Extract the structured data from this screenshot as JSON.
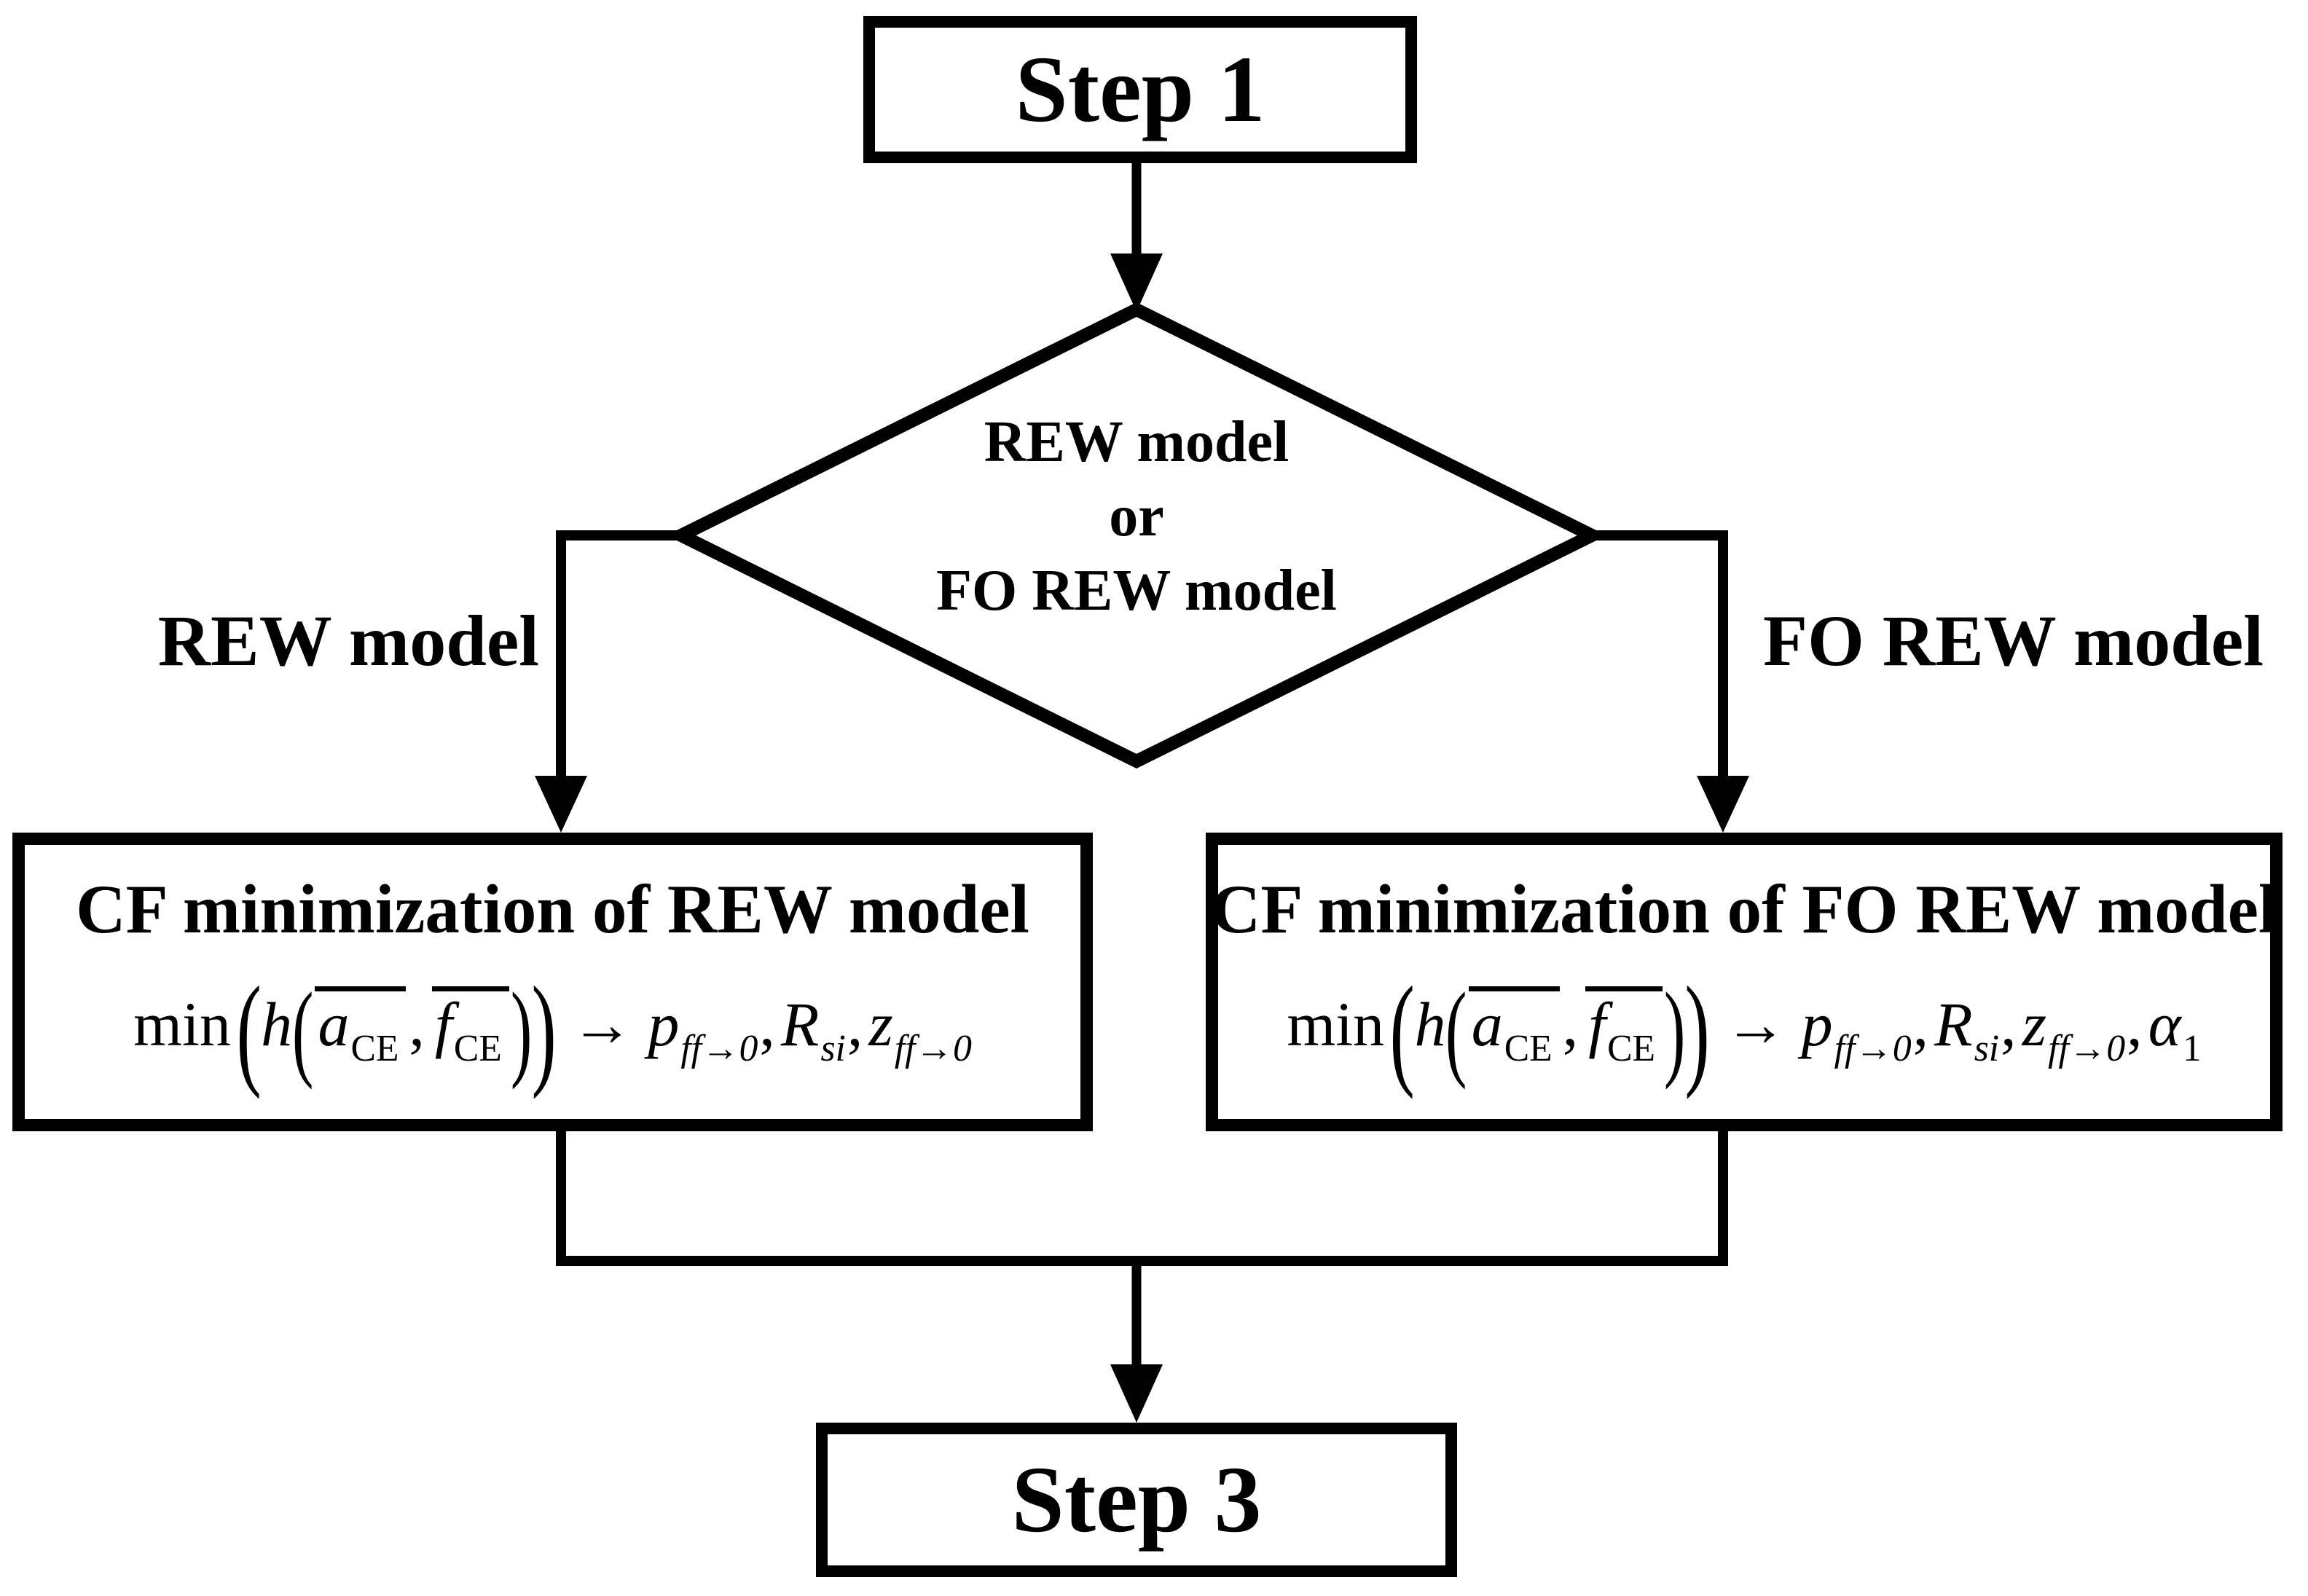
{
  "colors": {
    "ink": "#000000",
    "paper": "#ffffff"
  },
  "flow": {
    "step1": "Step 1",
    "decision": {
      "line1": "REW model",
      "line2": "or",
      "line3": "FO REW model"
    },
    "left_branch_label": "REW model",
    "right_branch_label": "FO REW model",
    "left_box_title": "CF minimization of REW model",
    "right_box_title": "CF minimization of FO REW model",
    "step3": "Step 3"
  },
  "formula": {
    "min": "min",
    "h": "h",
    "a": "a",
    "f": "f",
    "sub_ce": "CE",
    "comma": ",",
    "arrow": "→",
    "p": "p",
    "sub_ff0": "ff→0",
    "r": "R",
    "sub_si": "si",
    "z": "z",
    "alpha": "α",
    "sub_one": "1"
  }
}
